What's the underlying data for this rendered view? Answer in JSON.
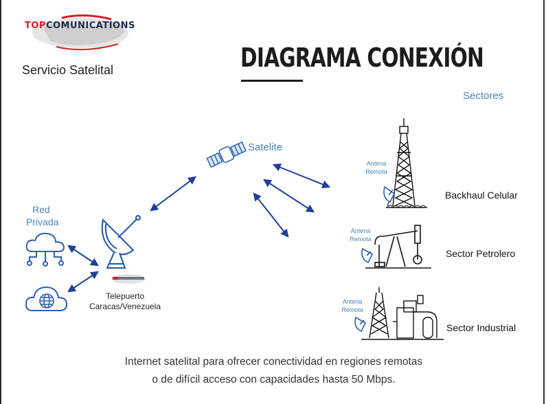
{
  "brand": {
    "logo_prefix": "TOP",
    "logo_suffix": "COMUNICATIONS",
    "service": "Servicio Satelital"
  },
  "title": "DIAGRAMA CONEXIÓN",
  "labels": {
    "sectores": "Sectores",
    "satelite": "Satelite",
    "red_privada_line1": "Red",
    "red_privada_line2": "Privada",
    "telepuerto_line1": "Telepuerto",
    "telepuerto_line2": "Caracas/Venezuela",
    "antena_line1": "Antena",
    "antena_line2": "Remota"
  },
  "sectors": [
    {
      "name": "Backhaul Celular"
    },
    {
      "name": "Sector Petrolero"
    },
    {
      "name": "Sector Industrial"
    }
  ],
  "footer": {
    "line1": "Internet satelital para ofrecer conectividad en regiones remotas",
    "line2": "o de difícil acceso con capacidades hasta 50 Mbps."
  },
  "colors": {
    "arrow": "#1f3f99",
    "accent": "#4a86b7",
    "icon": "#2f5fae",
    "logo_red": "#d31f26"
  }
}
